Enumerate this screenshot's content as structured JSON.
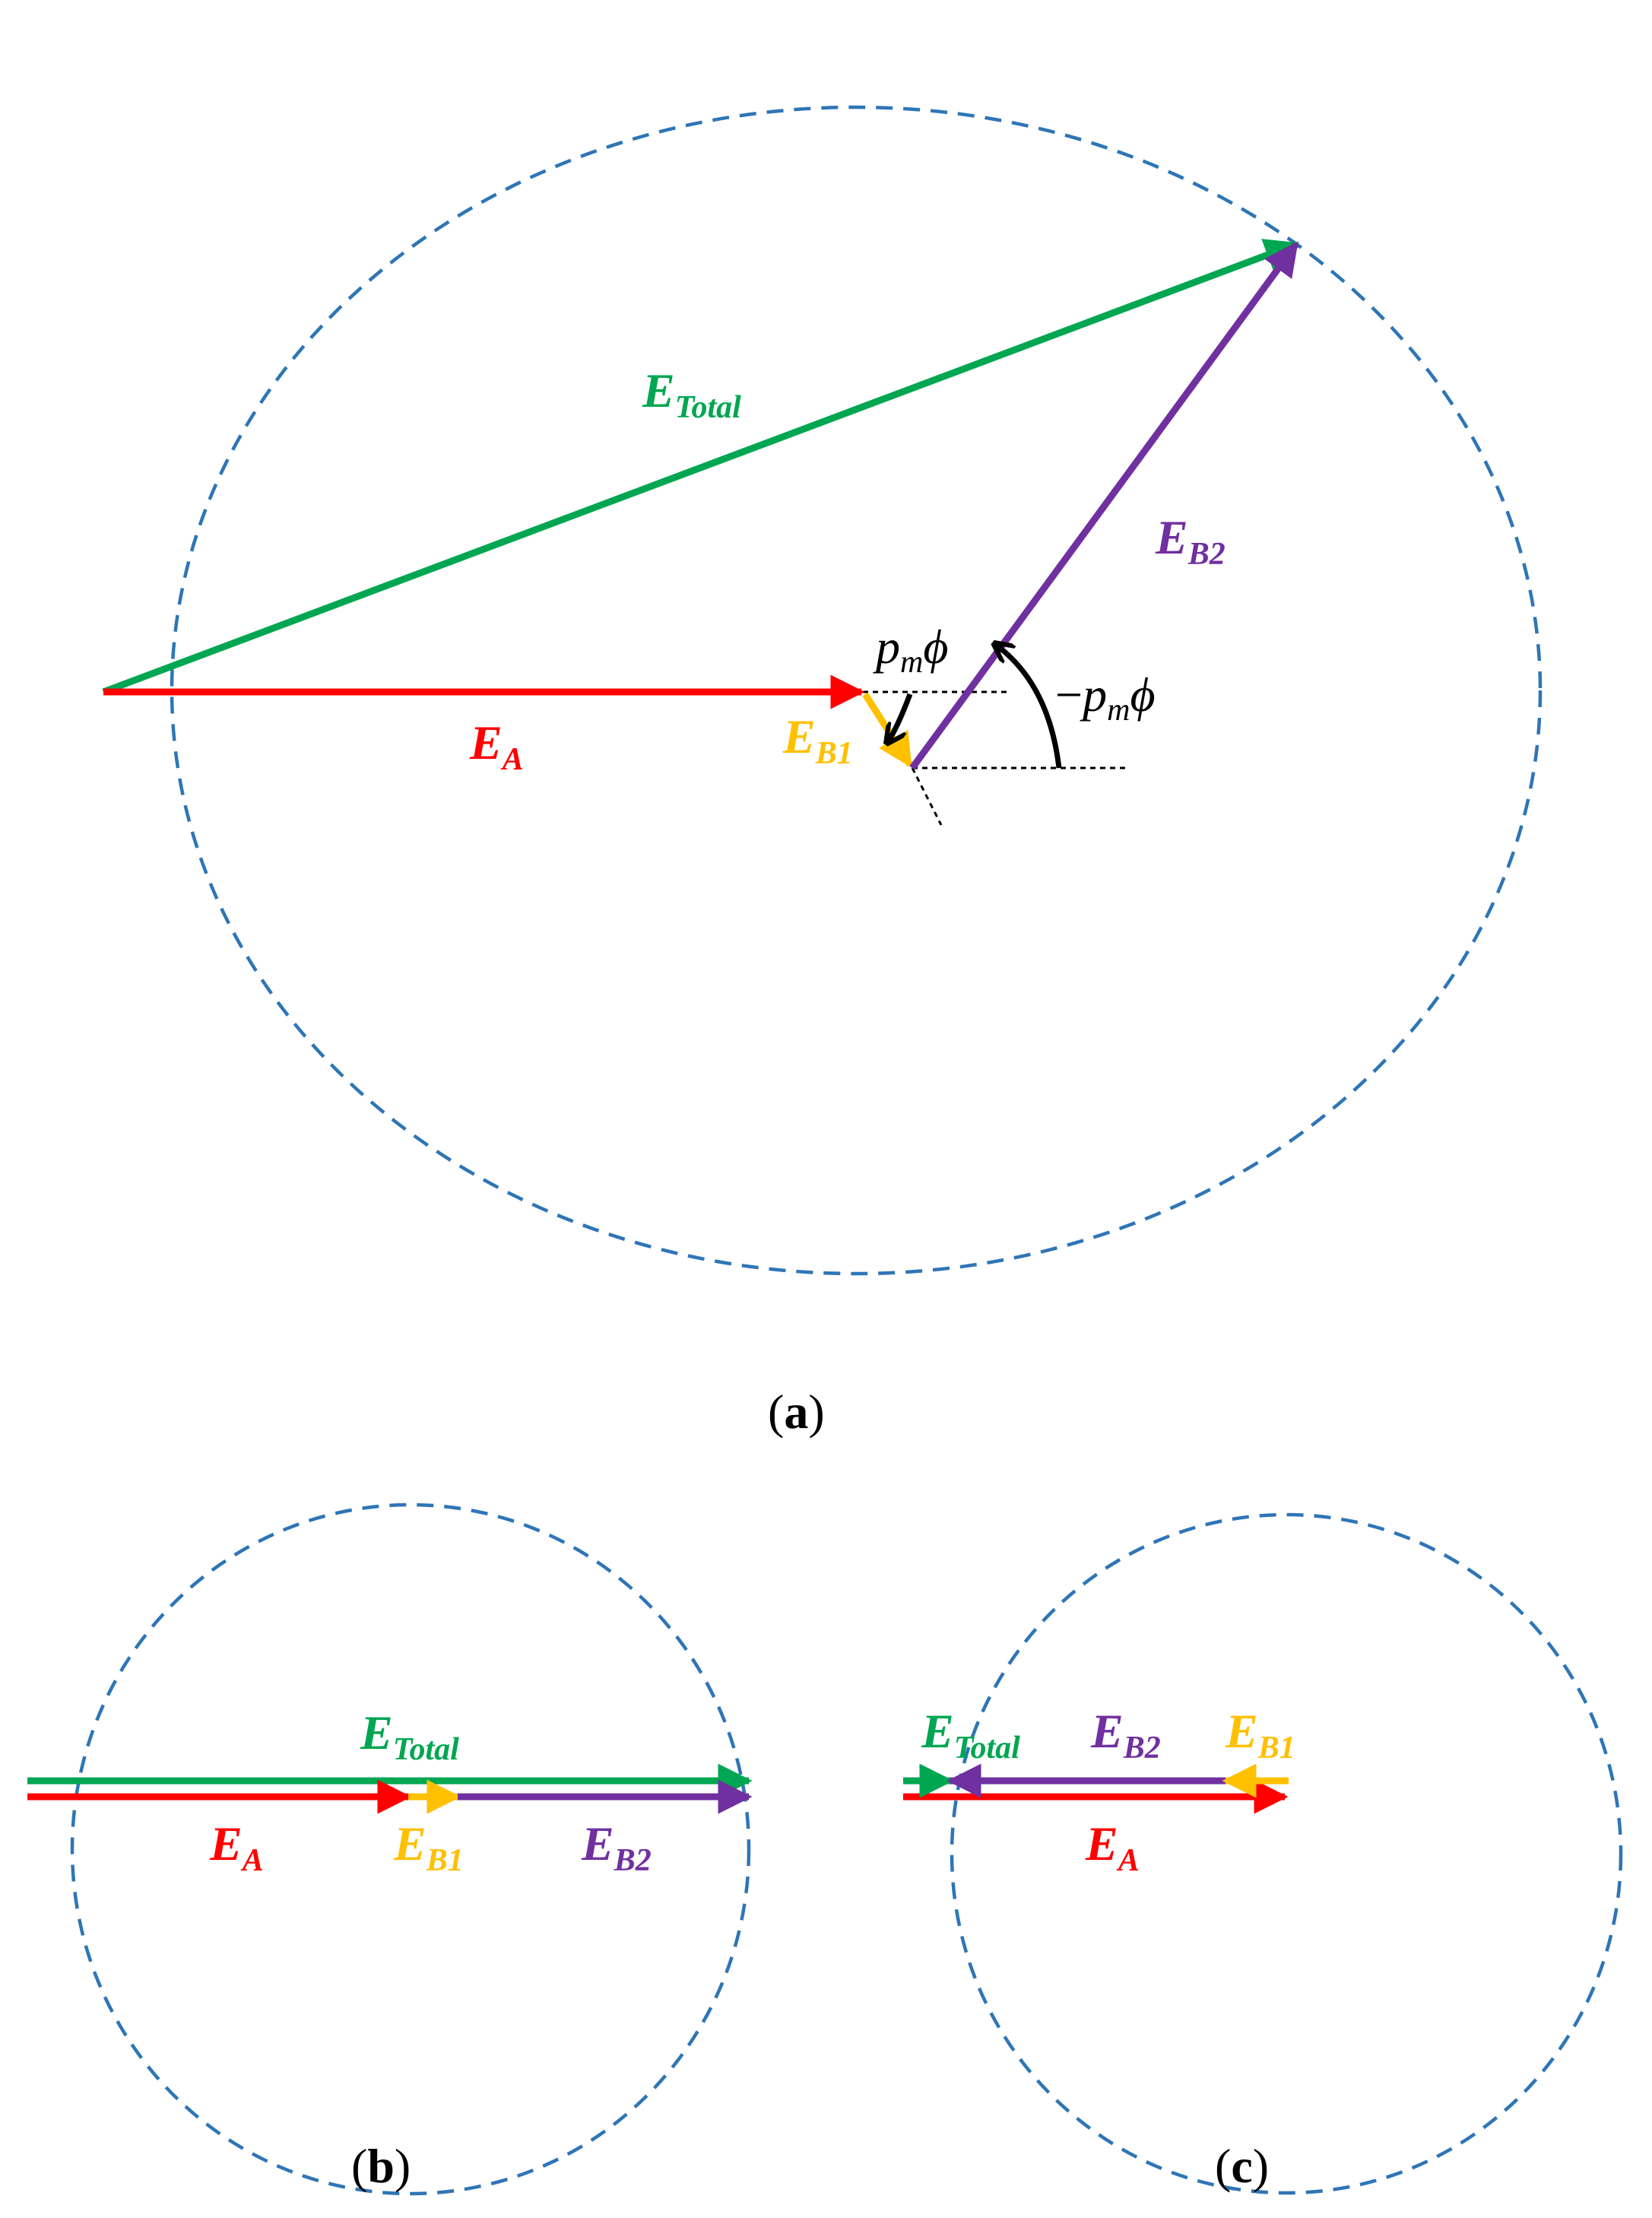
{
  "colors": {
    "e_total": "#00a651",
    "e_a": "#ff0000",
    "e_b1": "#ffc000",
    "e_b2": "#7030a0",
    "circle": "#2e75b6",
    "annotation": "#000000"
  },
  "panel_a": {
    "e_total": {
      "main": "E",
      "sub": "Total"
    },
    "e_a": {
      "main": "E",
      "sub": "A"
    },
    "e_b1": {
      "main": "E",
      "sub": "B1"
    },
    "e_b2": {
      "main": "E",
      "sub": "B2"
    },
    "angle_pos": {
      "p": "p",
      "m": "m",
      "phi": "ϕ"
    },
    "angle_neg": {
      "minus": "−",
      "p": "p",
      "m": "m",
      "phi": "ϕ"
    },
    "caption": {
      "open": "(",
      "letter": "a",
      "close": ")"
    }
  },
  "panel_b": {
    "e_total": {
      "main": "E",
      "sub": "Total"
    },
    "e_a": {
      "main": "E",
      "sub": "A"
    },
    "e_b1": {
      "main": "E",
      "sub": "B1"
    },
    "e_b2": {
      "main": "E",
      "sub": "B2"
    },
    "caption": {
      "open": "(",
      "letter": "b",
      "close": ")"
    }
  },
  "panel_c": {
    "e_total": {
      "main": "E",
      "sub": "Total"
    },
    "e_a": {
      "main": "E",
      "sub": "A"
    },
    "e_b1": {
      "main": "E",
      "sub": "B1"
    },
    "e_b2": {
      "main": "E",
      "sub": "B2"
    },
    "caption": {
      "open": "(",
      "letter": "c",
      "close": ")"
    }
  }
}
